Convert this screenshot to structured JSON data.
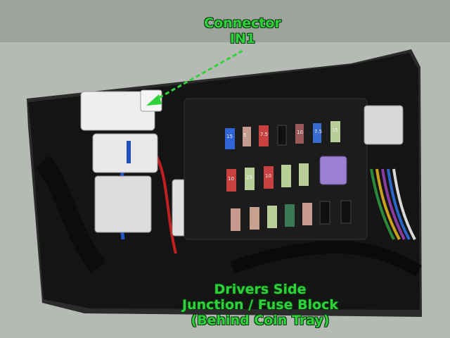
{
  "annotations": {
    "top_line1": "Connector",
    "top_line2": "IN1",
    "bottom_line1": "Drivers Side",
    "bottom_line2": "Junction / Fuse Block",
    "bottom_line3": "(Behind Coin Tray)"
  },
  "fuse_labels": [
    "15",
    "5",
    "7.5",
    "10",
    "7.5",
    "15",
    "10",
    "25",
    "10"
  ],
  "colors": {
    "annotation_green": "#2fd23a",
    "panel_gray": "#b9bdb8",
    "fuse_block_black": "#151515"
  }
}
